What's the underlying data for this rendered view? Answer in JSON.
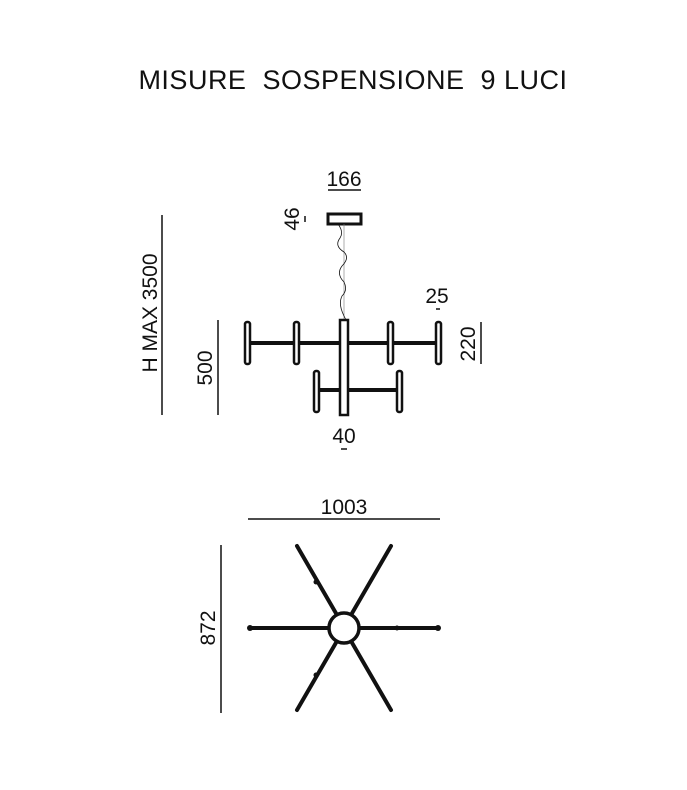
{
  "title": "MISURE  SOSPENSIONE  9 LUCI",
  "side_view": {
    "canopy_width": "166",
    "canopy_height": "46",
    "max_height": "H MAX 3500",
    "body_height": "500",
    "lamp_width": "25",
    "lamp_height": "220",
    "column_width": "40"
  },
  "top_view": {
    "width": "1003",
    "depth": "872"
  },
  "colors": {
    "line": "#111111",
    "background": "#ffffff"
  }
}
